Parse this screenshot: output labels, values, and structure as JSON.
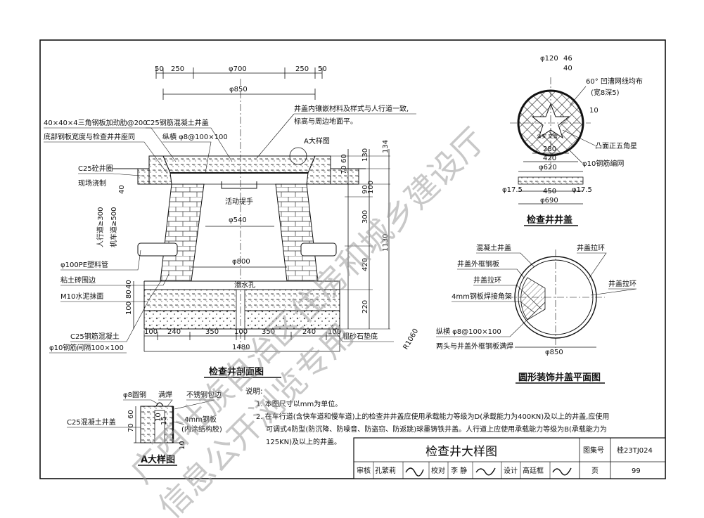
{
  "watermark": {
    "line1": "广西壮族自治区住房和城乡建设厅",
    "line2": "信息公开浏览专用"
  },
  "section_view": {
    "title": "检查井剖面图",
    "top_dims": [
      "50",
      "250",
      "φ700",
      "250",
      "50"
    ],
    "dim_850": "φ850",
    "labels": {
      "angle_steel": "40×40×4三角钢板加劲肋@200",
      "bottom_plate": "底部钢板宽度与检查井井座同",
      "c25_lid": "C25钢筋混凝土井盖",
      "rebar_grid": "纵横 φ8@100×100",
      "c25_ring": "C25砼井圈",
      "cast_in_place": "现场浇制",
      "pedestrian": "人行道≥300",
      "vehicle": "机车道≥500",
      "pe_pipe": "φ100PE塑料管",
      "clay_brick": "粘土砖围边",
      "mortar": "M10水泥抹面",
      "c25_base": "C25钢筋混凝土",
      "base_rebar": "φ10钢筋间隔100×100",
      "lid_note_1": "井盖内镶嵌材料及样式与人行道一致,",
      "lid_note_2": "标高与周边地面平。",
      "detail_a_ref": "A大样图",
      "handle": "活动提手",
      "dim_540": "φ540",
      "dim_800": "φ800",
      "seep_hole": "渗水孔",
      "gravel": "粗砂石垫底"
    },
    "right_dims": [
      "134",
      "130",
      "60",
      "70",
      "90",
      "100",
      "300",
      "420",
      "220",
      "1130"
    ],
    "left_dims": [
      "40",
      "100",
      "80",
      "40"
    ],
    "bottom_dims": [
      "100",
      "240",
      "350",
      "100",
      "350",
      "240",
      "100"
    ],
    "dim_1480": "1480"
  },
  "cover_plan": {
    "title": "检查井井盖",
    "labels": {
      "phi120": "φ120",
      "d46": "46",
      "d40": "40",
      "r1060": "R1060",
      "groove": "60° 凹漕网线均布",
      "groove_sub": "(宽8深5)",
      "star": "凸面正五角星",
      "mesh": "φ10钢筋编网",
      "d10": "10",
      "inner_text": "公安 交警",
      "d280": "280",
      "d420": "420",
      "phi620": "φ620",
      "phi17_l": "φ17.5",
      "d450": "450",
      "phi17_r": "φ17.5",
      "phi690": "φ690"
    }
  },
  "decor_plan": {
    "title": "圆形装饰井盖平面图",
    "labels": {
      "concrete_lid": "混凝土井盖",
      "frame_plate": "井盖外框钢板",
      "ring_left": "井盖拉环",
      "ring_top": "井盖拉环",
      "ring_right": "井盖拉环",
      "angle_frame": "4mm钢板焊接角架",
      "rebar": "纵横 φ8@100×100",
      "weld": "两头与井盖外框钢板满焊",
      "phi850": "φ850"
    }
  },
  "detail_a": {
    "title": "A大样图",
    "labels": {
      "round_steel": "φ8圆钢",
      "full_weld": "满焊",
      "ss_wrap": "不锈钢包边",
      "c25_lid": "C25混凝土井盖",
      "plate": "4mm钢板",
      "plate_sub": "(内涂结构胶)",
      "d60": "60",
      "d70": "70",
      "d10a": "10",
      "d15": "15",
      "d10b": "10"
    }
  },
  "notes": {
    "heading": "说明:",
    "items": [
      "1.  本图尺寸以mm为单位。",
      "2.  在车行道(含快车道和慢车道)上的检查井井盖应使用承载能力等级为D(承载能力为400KN)及以上的井盖,应使用",
      "可调式4防型(防沉降、防噪音、防盗窃、防返跳)球墨铸铁井盖。人行道上应使用承载能力等级为B(承载能力为",
      "125KN)及以上的井盖。"
    ]
  },
  "title_block": {
    "drawing_title": "检查井大样图",
    "atlas_label": "图集号",
    "atlas_no": "桂23TJ024",
    "review_label": "审核",
    "reviewer": "孔繁莉",
    "check_label": "校对",
    "checker": "李 静",
    "design_label": "设计",
    "designer": "高廷框",
    "page_label": "页",
    "page_no": "99"
  }
}
